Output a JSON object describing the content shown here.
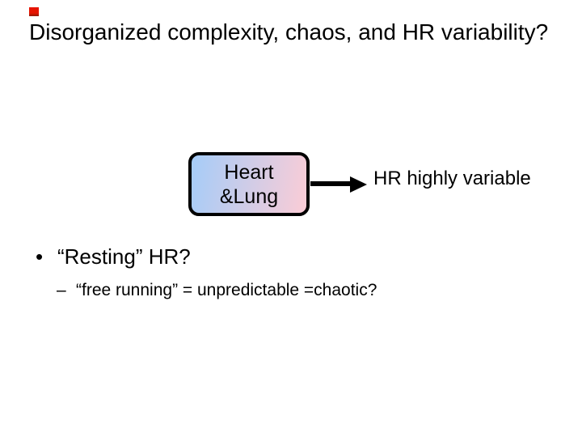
{
  "slide": {
    "title": "Disorganized complexity, chaos, and HR variability?",
    "background_color": "#ffffff",
    "text_color": "#000000"
  },
  "indicator": {
    "color_top": "#e61400",
    "color_bottom": "#8e1a00"
  },
  "diagram": {
    "box": {
      "line1": "Heart",
      "line2": "&Lung",
      "gradient_start": "#a5ccf8",
      "gradient_end": "#fbccd6",
      "border_color": "#000000"
    },
    "arrow_color": "#000000",
    "arrow_label": "HR highly variable"
  },
  "bullets": {
    "level1_marker": "•",
    "level1_text": "“Resting” HR?",
    "level2_marker": "–",
    "level2_text": "“free running” = unpredictable =chaotic?"
  }
}
